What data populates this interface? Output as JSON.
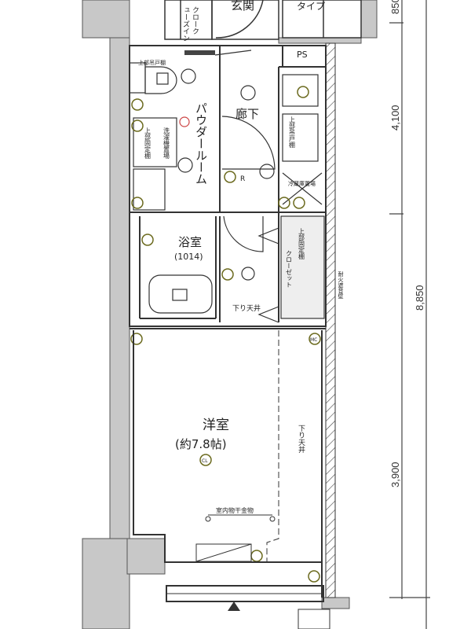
{
  "plan": {
    "rooms": {
      "entrance": "玄関",
      "type_box": "タイプ",
      "shoes_closet_1": "ューズイン",
      "shoes_closet_2": "クローク",
      "ps": "PS",
      "powder_room": "パウダールーム",
      "hallway": "廊下",
      "upper_cabinet": "上部吊戸棚",
      "washer_space": "洗濯機置場",
      "upper_fixed_shelf_left": "上部固定棚",
      "upper_cabinet_right": "上部吊戸棚",
      "fridge_space": "冷蔵庫置場",
      "bathroom": "浴室",
      "bathroom_size": "(1014)",
      "closet": "クローゼット",
      "upper_fixed_shelf": "上部固定棚",
      "lowered_ceiling_1": "下り天井",
      "lowered_ceiling_2": "下り天井",
      "fire_wall": "耐火遮音壁",
      "western_room": "洋室",
      "western_room_size": "(約7.8帖)",
      "drying_rack": "室内物干金物",
      "outlet_r": "R",
      "mc": "MC",
      "cl": "CL"
    },
    "dimensions": {
      "d1": "850",
      "d2": "4,100",
      "d3": "3,900",
      "total": "8,850"
    },
    "colors": {
      "wall": "#c8c8c8",
      "line": "#333333",
      "fixture": "#6b6a1e",
      "accent": "#c44"
    }
  }
}
